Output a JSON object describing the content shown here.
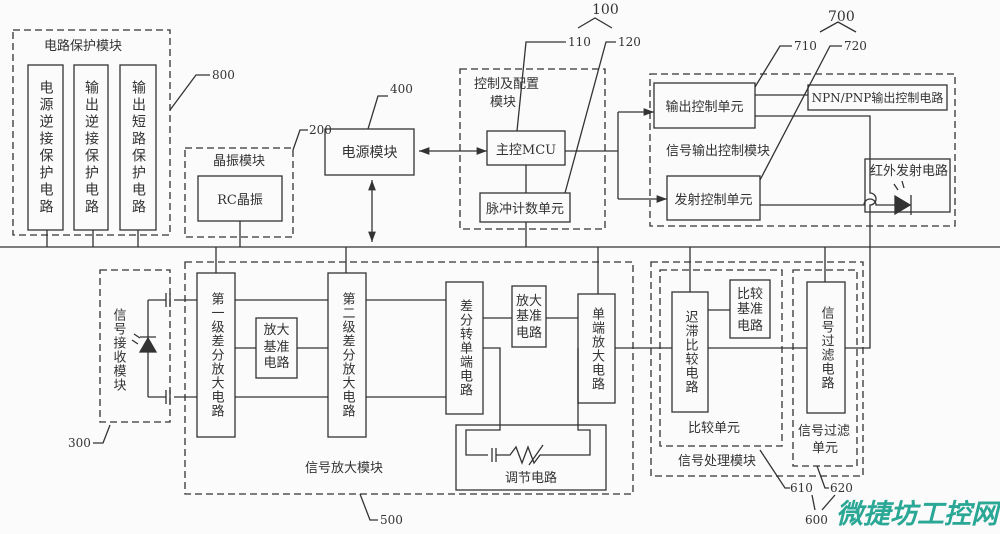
{
  "protection_module": {
    "title": "电路保护模块",
    "ref": "800",
    "circuits": [
      "电源逆接保护电路",
      "输出逆接保护电路",
      "输出短路保护电路"
    ]
  },
  "crystal_module": {
    "title": "晶振模块",
    "ref": "200",
    "rc": "RC晶振"
  },
  "power_module": {
    "title": "电源模块",
    "ref": "400"
  },
  "control_module": {
    "title_line1": "控制及配置",
    "title_line2": "模块",
    "ref": "100",
    "mcu": "主控MCU",
    "mcu_ref": "110",
    "pulse": "脉冲计数单元",
    "pulse_ref": "120"
  },
  "output_module": {
    "title": "信号输出控制模块",
    "ref": "700",
    "output_unit": "输出控制单元",
    "output_ref": "710",
    "emit_unit": "发射控制单元",
    "emit_ref": "720",
    "npn": "NPN/PNP输出控制电路",
    "ir": "红外发射电路"
  },
  "receive_module": {
    "title": "信号接收模块",
    "ref": "300"
  },
  "amp_module": {
    "title": "信号放大模块",
    "ref": "500",
    "stage1": "第一级差分放大电路",
    "ref_circuit1": "放大基准电路",
    "stage2": "第二级差分放大电路",
    "diff_single": "差分转单端电路",
    "ref_circuit2_l1": "放大",
    "ref_circuit2_l2": "基准电路",
    "single_amp": "单端放大电路",
    "adjust": "调节电路"
  },
  "processing_module": {
    "title": "信号处理模块",
    "ref": "600",
    "compare_unit": "比较单元",
    "compare_ref": "610",
    "hysteresis": "迟滞比较电路",
    "compare_base_l1": "比较",
    "compare_base_l2": "基准电路",
    "filter_unit_l1": "信号过滤",
    "filter_unit_l2": "单元",
    "filter_ref": "620",
    "filter_circuit": "信号过滤电路"
  },
  "watermark": "微捷坊工控网",
  "colors": {
    "line": "#333333",
    "watermark": "#2ba796"
  }
}
